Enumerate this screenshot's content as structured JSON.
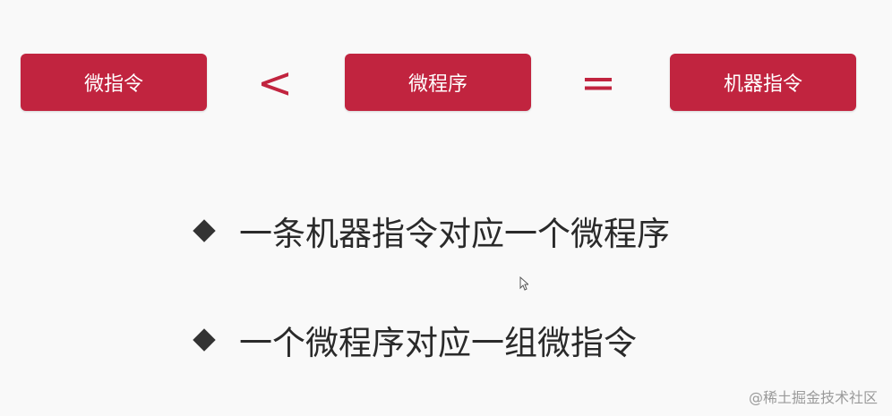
{
  "equation": {
    "left_label": "微指令",
    "operator_1": "<",
    "middle_label": "微程序",
    "operator_2": "=",
    "right_label": "机器指令"
  },
  "bullets": [
    "一条机器指令对应一个微程序",
    "一个微程序对应一组微指令"
  ],
  "watermark": "@稀土掘金技术社区",
  "colors": {
    "box_background": "#c1243f",
    "box_text": "#ffffff",
    "operator": "#c1243f",
    "bullet_text": "#2a2a2a",
    "page_background": "#f9f9f9"
  },
  "icons": {
    "bullet": "diamond-bullet-icon",
    "cursor": "mouse-pointer-icon"
  }
}
